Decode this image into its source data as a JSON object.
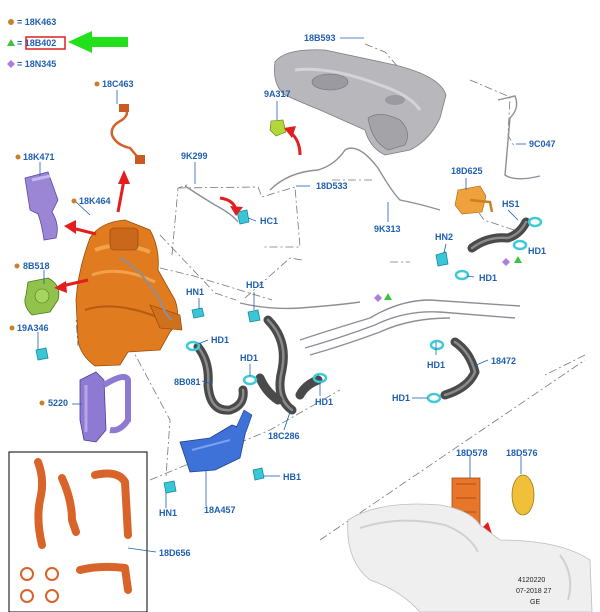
{
  "legend": {
    "items": [
      {
        "symbol": "dot",
        "color": "#c8802a",
        "text": "= 18K463"
      },
      {
        "symbol": "triangle",
        "color": "#3cc43c",
        "text": "= 18B402"
      },
      {
        "symbol": "diamond",
        "color": "#b07ae0",
        "text": "= 18N345"
      }
    ],
    "arrow_color": "#22e01a"
  },
  "labels": {
    "l18C463": "18C463",
    "l18K471": "18K471",
    "l18K464": "18K464",
    "l8B518": "8B518",
    "l19A346": "19A346",
    "l5220": "5220",
    "l9K299": "9K299",
    "lHC1": "HC1",
    "l9A317": "9A317",
    "l18B593": "18B593",
    "l18D533": "18D533",
    "l9K313": "9K313",
    "l9C047": "9C047",
    "l18D625": "18D625",
    "lHS1": "HS1",
    "lHN2": "HN2",
    "lHD1_a": "HD1",
    "lHD1_b": "HD1",
    "lHN1_a": "HN1",
    "lHD1_c": "HD1",
    "lHD1_d": "HD1",
    "l8B081": "8B081",
    "lHD1_e": "HD1",
    "l18C286": "18C286",
    "lHD1_f": "HD1",
    "l18472": "18472",
    "lHD1_g": "HD1",
    "lHB1": "HB1",
    "l18A457": "18A457",
    "lHN1_b": "HN1",
    "l18D656": "18D656",
    "l18D578": "18D578",
    "l18D576": "18D576"
  },
  "reference": {
    "line1": "4120220",
    "line2": "07-2018 27",
    "line3": "GE"
  }
}
